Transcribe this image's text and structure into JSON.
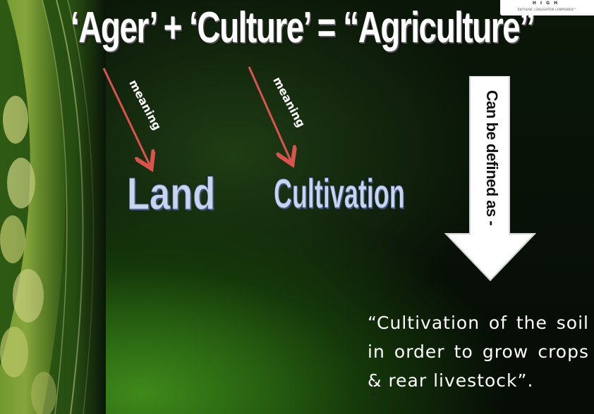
{
  "slide": {
    "title": "‘Ager’ + ‘Culture’ = “Agriculture”",
    "logo": {
      "word": "HIGH",
      "tagline": "ENTHUSE | ENLIGHTEN | EMPOWER™"
    },
    "left_arrow_label": "meaning",
    "right_arrow_label": "meaning",
    "word_1": "Land",
    "word_2": "Cultivation",
    "down_arrow_label": "Can be defined as -",
    "definition": "“Cultivation of the soil in order to grow crops & rear livestock”.",
    "colors": {
      "title": "#ffffff",
      "word_fill": "#c9d4ee",
      "arrow": "#d9534f",
      "down_arrow": "#ffffff",
      "background": "#0a1608"
    }
  }
}
